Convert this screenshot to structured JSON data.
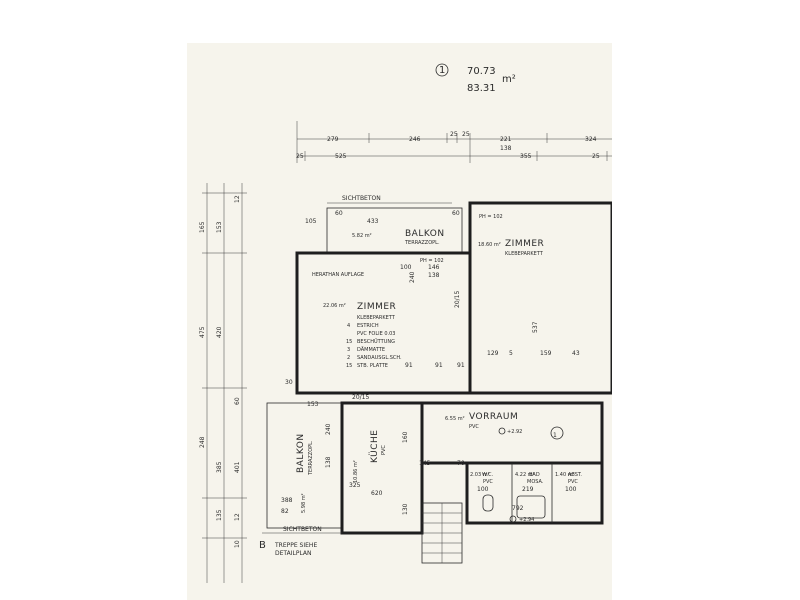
{
  "header": {
    "plan_number": "1",
    "area_top": "70.73",
    "area_bottom": "83.31",
    "area_unit": "m²"
  },
  "dims_top_row1": [
    "279",
    "246",
    "25",
    "25",
    "221",
    "324"
  ],
  "dims_top_row2": [
    "25",
    "525",
    "138",
    "355",
    "25"
  ],
  "dims_left": [
    "165",
    "153",
    "475",
    "420",
    "248",
    "385",
    "401",
    "135",
    "60",
    "12",
    "12",
    "10"
  ],
  "labels": {
    "sichtbeton_top": "SICHTBETON",
    "sichtbeton_bottom": "SICHTBETON",
    "treppe": "TREPPE SIEHE",
    "detailplan": "DETAILPLAN",
    "corner_b": "B"
  },
  "rooms": {
    "balkon_top": {
      "area": "5.82 m²",
      "name": "BALKON",
      "floor": "TERRAZZOPL.",
      "dims": [
        "105",
        "60",
        "433",
        "60"
      ]
    },
    "zimmer_right": {
      "ph": "PH = 102",
      "area": "18.60 m²",
      "name": "ZIMMER",
      "floor": "KLEBEPARKETT",
      "dims": [
        "537",
        "129",
        "5",
        "159",
        "43"
      ]
    },
    "zimmer_main": {
      "area": "22.06 m²",
      "name": "ZIMMER",
      "header": "HERATHAN AUFLAGE",
      "ph": "PH = 102",
      "dims": [
        "100",
        "240",
        "146",
        "138",
        "20/15",
        "91",
        "91",
        "91",
        "30"
      ],
      "layers": [
        "KLEBEPARKETT",
        "ESTRICH",
        "PVC FOLIE 0.03",
        "BESCHÜTTUNG",
        "DÄMMATTE",
        "SANDAUSGL.SCH.",
        "STB. PLATTE"
      ],
      "layer_nums": [
        "",
        "4",
        "",
        "15",
        "3",
        "2",
        "15"
      ]
    },
    "balkon_left": {
      "area": "5.98 m²",
      "name": "BALKON",
      "floor": "TERRAZZOPL.",
      "dims": [
        "153",
        "240",
        "138",
        "388",
        "82"
      ]
    },
    "kueche": {
      "area": "10.86 m²",
      "name": "KÜCHE",
      "floor": "PVC",
      "dims": [
        "620",
        "325",
        "130",
        "160",
        "20/15"
      ]
    },
    "vorraum": {
      "area": "6.55 m²",
      "name": "VORRAUM",
      "floor": "PVC",
      "level": "+2.92",
      "dims": [
        "145",
        "70",
        "1"
      ]
    },
    "wc": {
      "area": "2.03 m²",
      "name": "W.C.",
      "floor": "PVC",
      "dims": [
        "100"
      ]
    },
    "bad": {
      "area": "4.22 m²",
      "name": "BAD",
      "floor": "MOSA.",
      "dims": [
        "219"
      ]
    },
    "abstell": {
      "area": "1.40 m²",
      "name": "ABST.",
      "floor": "PVC",
      "dims": [
        "100"
      ]
    },
    "stair_level": {
      "level": "+2.94",
      "dim": "792"
    }
  }
}
